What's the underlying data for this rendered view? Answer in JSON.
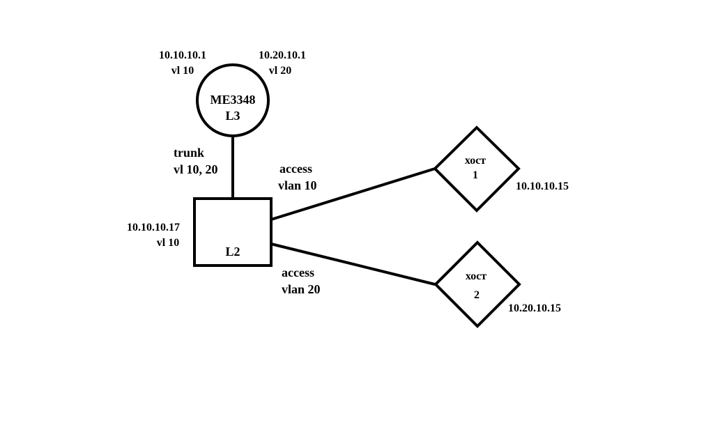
{
  "colors": {
    "background": "#ffffff",
    "ink": "#000000"
  },
  "router": {
    "name": "ME3348",
    "layer": "L3",
    "if_vl10": {
      "ip": "10.10.10.1",
      "vlan": "vl 10"
    },
    "if_vl20": {
      "ip": "10.20.10.1",
      "vlan": "vl 20"
    }
  },
  "trunk_link": {
    "line1": "trunk",
    "line2": "vl 10, 20"
  },
  "switch": {
    "name": "L2",
    "ip": "10.10.10.17",
    "vlan": "vl 10"
  },
  "access_link_1": {
    "line1": "access",
    "line2": "vlan 10"
  },
  "access_link_2": {
    "line1": "access",
    "line2": "vlan 20"
  },
  "host1": {
    "name": "хост",
    "number": "1",
    "ip": "10.10.10.15"
  },
  "host2": {
    "name": "хост",
    "number": "2",
    "ip": "10.20.10.15"
  }
}
